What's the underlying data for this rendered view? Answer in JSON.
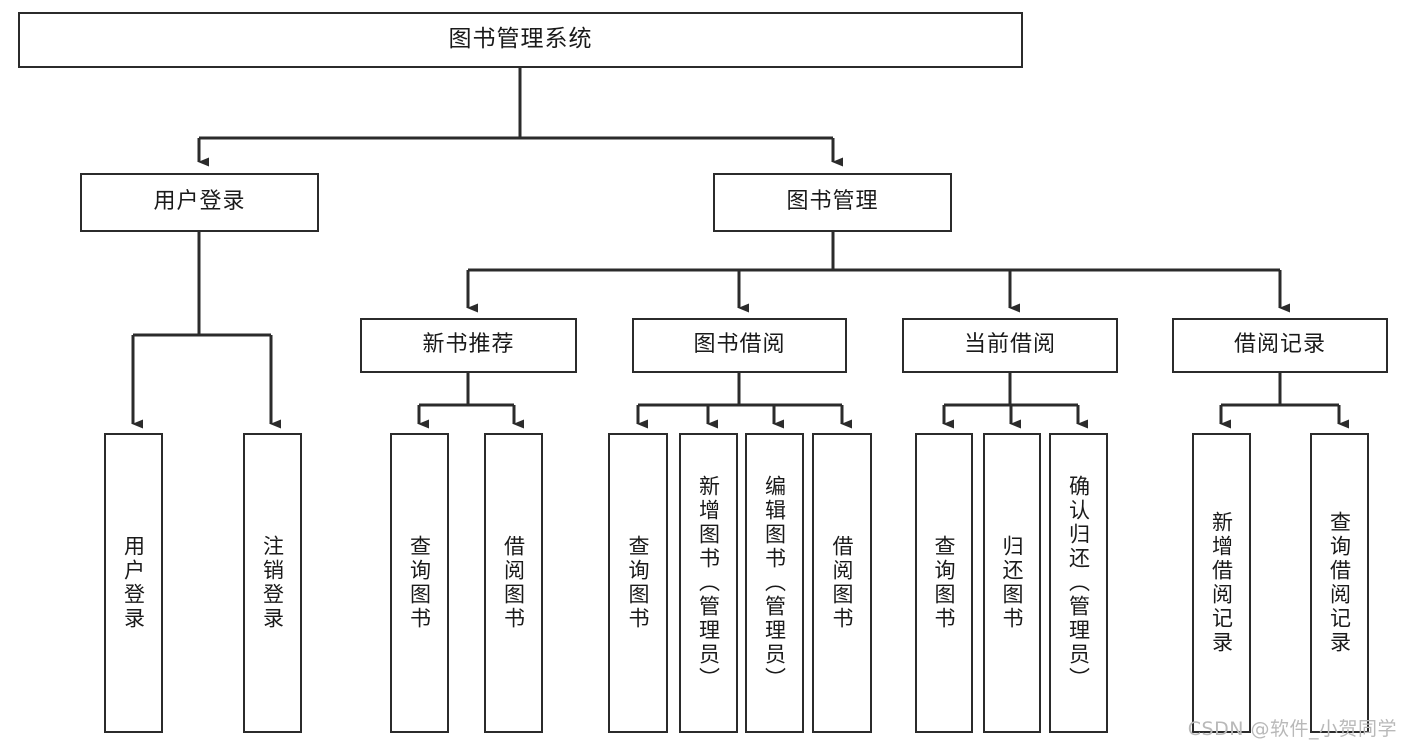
{
  "diagram": {
    "title": "图书管理系统",
    "type": "tree",
    "style": {
      "background": "#ffffff",
      "stroke": "#2b2b2b",
      "box_fill": "#ffffff",
      "text": "#1a1a1a",
      "watermark_color": "#b9b9b9"
    },
    "root": {
      "label": "图书管理系统"
    },
    "level2": [
      {
        "label": "用户登录"
      },
      {
        "label": "图书管理"
      }
    ],
    "level3": [
      {
        "label": "新书推荐"
      },
      {
        "label": "图书借阅"
      },
      {
        "label": "当前借阅"
      },
      {
        "label": "借阅记录"
      }
    ],
    "leaves": {
      "user_login": [
        {
          "label": "用户登录"
        },
        {
          "label": "注销登录"
        }
      ],
      "new_book": [
        {
          "label": "查询图书"
        },
        {
          "label": "借阅图书"
        }
      ],
      "book_borrow": [
        {
          "label": "查询图书"
        },
        {
          "label": "新增图书（管理员）"
        },
        {
          "label": "编辑图书（管理员）"
        },
        {
          "label": "借阅图书"
        }
      ],
      "current_borrow": [
        {
          "label": "查询图书"
        },
        {
          "label": "归还图书"
        },
        {
          "label": "确认归还（管理员）"
        }
      ],
      "borrow_record": [
        {
          "label": "新增借阅记录"
        },
        {
          "label": "查询借阅记录"
        }
      ]
    }
  },
  "watermark": {
    "text": "CSDN @软件_小贺同学"
  }
}
